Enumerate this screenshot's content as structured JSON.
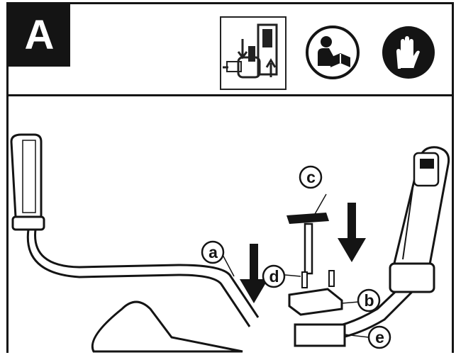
{
  "step": {
    "letter": "A"
  },
  "icons": [
    {
      "name": "assembly-detail-thumbnail"
    },
    {
      "name": "read-manual-icon"
    },
    {
      "name": "wear-gloves-icon"
    }
  ],
  "callouts": [
    "a",
    "b",
    "c",
    "d",
    "e"
  ],
  "colors": {
    "ink": "#141414",
    "paper": "#ffffff"
  }
}
